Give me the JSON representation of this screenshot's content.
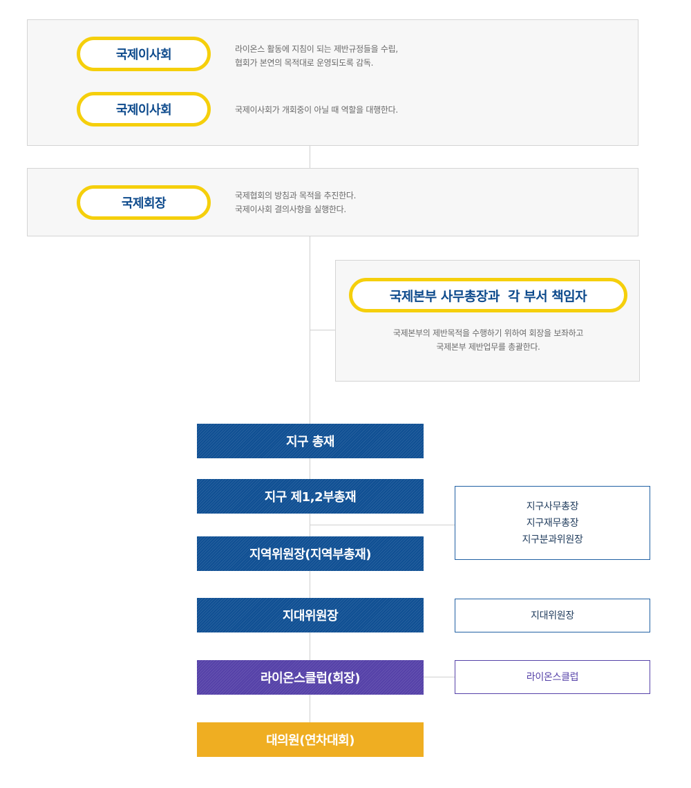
{
  "top_panel": {
    "row1": {
      "pill": "국제이사회",
      "desc": [
        "라이온스 활동에 지침이 되는 제반규정들을 수립,",
        "협회가 본연의 목적대로 운영되도록 감독."
      ]
    },
    "row2": {
      "pill": "국제이사회",
      "desc": [
        "국제이사회가 개회중이 아닐 때 역할을 대행한다."
      ]
    }
  },
  "president_panel": {
    "pill": "국제회장",
    "desc": [
      "국제협회의 방침과 목적을 추진한다.",
      "국제이사회 결의사항을 실행한다."
    ]
  },
  "hq_panel": {
    "pill": "국제본부 사무총장과  각 부서 책임자",
    "desc": [
      "국제본부의 제반목적을 수행하기 위하여 회장을 보좌하고",
      "국제본부 제반업무를 총괄한다."
    ]
  },
  "blocks": {
    "district_governor": "지구 총재",
    "vice_governors": "지구 제1,2부총재",
    "region_chair": "지역위원장(지역부총재)",
    "zone_chair": "지대위원장",
    "club_president": "라이온스클럽(회장)",
    "delegates": "대의원(연차대회)"
  },
  "side_boxes": {
    "district_staff": [
      "지구사무총장",
      "지구재무총장",
      "지구분과위원장"
    ],
    "zone": "지대위원장",
    "club": "라이온스클럽"
  },
  "colors": {
    "pill_border": "#f5cf0c",
    "pill_text": "#0d4a8c",
    "block_blue": "#0f4f93",
    "block_purple": "#5541a8",
    "block_gold": "#efae22"
  }
}
